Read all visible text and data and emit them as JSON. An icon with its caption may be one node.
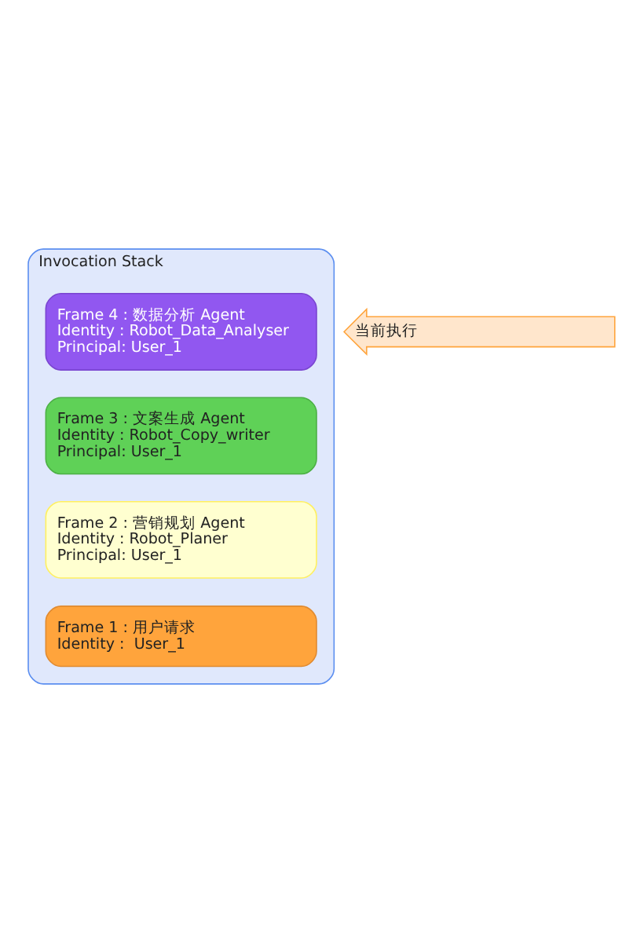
{
  "diagram": {
    "nodes": [
      {
        "text": [
          "Invocation Stack"
        ]
      },
      {
        "text": [
          "Frame 4 : 数据分析 Agent",
          "Identity : Robot_Data_Analyser",
          "Principal: User_1"
        ],
        "in": 0
      },
      {
        "text": [
          "Frame 3 : 文案生成 Agent",
          "Identity : Robot_Copy_writer",
          "Principal: User_1"
        ],
        "in": 0
      },
      {
        "text": [
          "Frame 2 : 营销规划 Agent",
          "Identity : Robot_Planer",
          "Principal: User_1"
        ],
        "in": 0
      },
      {
        "text": [
          "Frame 1 : 用户请求",
          "Identity :  User_1"
        ],
        "in": 0
      },
      {
        "text": [
          "当前执行"
        ]
      }
    ],
    "edges": []
  }
}
